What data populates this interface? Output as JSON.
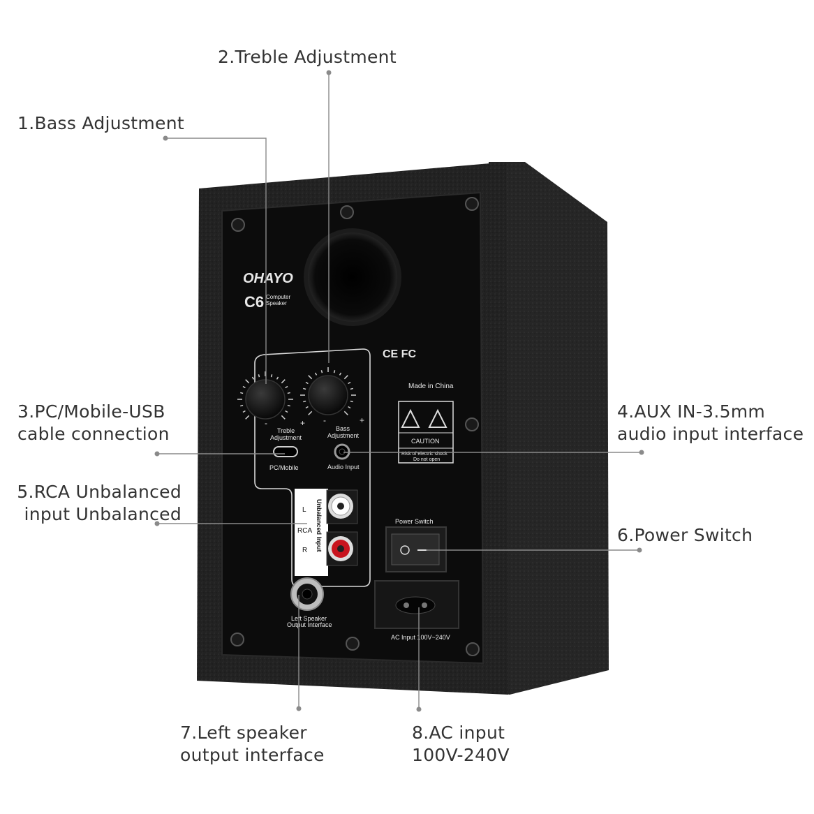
{
  "callouts": {
    "bass": {
      "line1": "1.Bass Adjustment"
    },
    "treble": {
      "line1": "2.Treble Adjustment"
    },
    "usb": {
      "line1": "3.PC/Mobile-USB",
      "line2": "cable connection"
    },
    "aux": {
      "line1": "4.AUX IN-3.5mm",
      "line2": "audio input interface"
    },
    "rca": {
      "line1": "5.RCA Unbalanced",
      "line2": "input Unbalanced"
    },
    "power": {
      "line1": "6.Power Switch"
    },
    "left_out": {
      "line1": "7.Left speaker",
      "line2": "output interface"
    },
    "ac": {
      "line1": "8.AC input",
      "line2": "100V-240V"
    }
  },
  "panel": {
    "brand": "OHAYO",
    "model": "C6",
    "model_sub1": "Computer",
    "model_sub2": "Speaker",
    "treble_label1": "Treble",
    "treble_label2": "Adjustment",
    "bass_label1": "Bass",
    "bass_label2": "Adjustment",
    "minus": "-",
    "plus": "+",
    "usb_label": "PC/Mobile",
    "aux_label": "Audio Input",
    "rca_vertical": "Unbalanced Input",
    "rca_l": "L",
    "rca_mid": "RCA",
    "rca_r": "R",
    "certs": "CE FC",
    "made_in": "Made in China",
    "caution": "CAUTION",
    "caution_sub1": "Risk of electric shock",
    "caution_sub2": "Do not open",
    "power_switch_label": "Power Switch",
    "left_speaker_label1": "Left Speaker",
    "left_speaker_label2": "Output Interface",
    "ac_label": "AC Input 100V~240V"
  },
  "colors": {
    "leader_line": "#8a8a8a",
    "cabinet": "#1f1f1f",
    "panel": "#0d0d0d",
    "rca_red": "#c8141e"
  }
}
